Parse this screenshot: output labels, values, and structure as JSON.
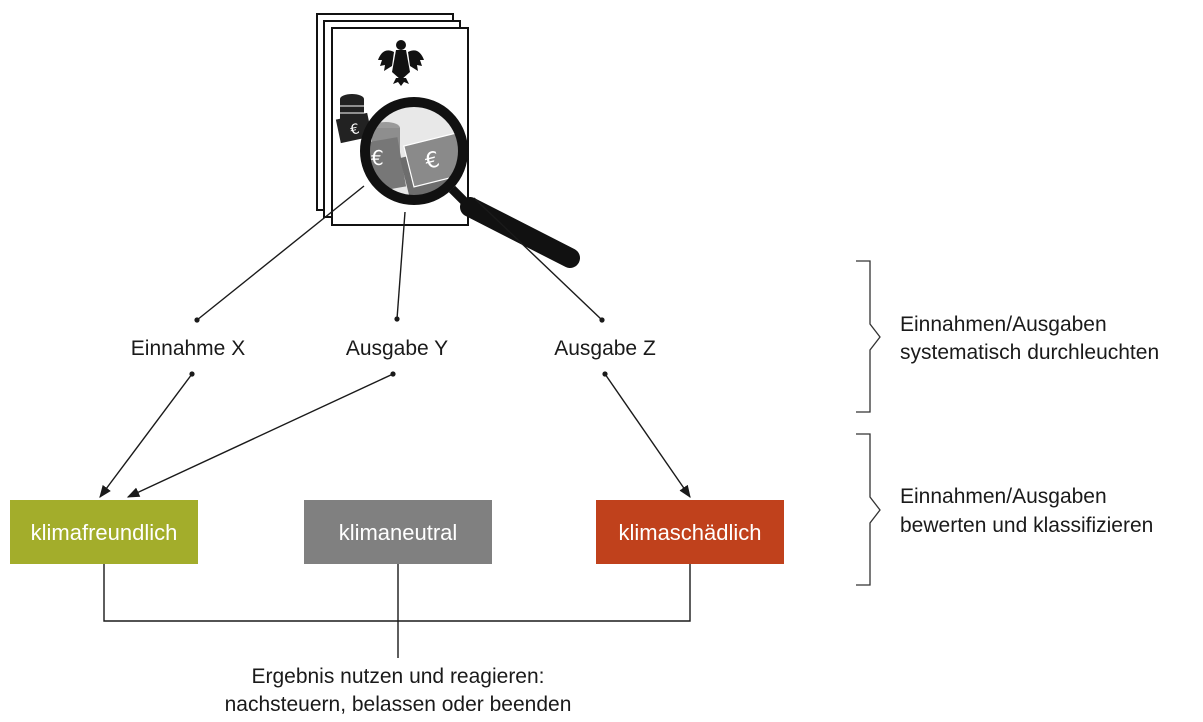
{
  "sources": [
    {
      "id": "x",
      "label": "Einnahme X"
    },
    {
      "id": "y",
      "label": "Ausgabe Y"
    },
    {
      "id": "z",
      "label": "Ausgabe Z"
    }
  ],
  "categories": [
    {
      "id": "freundlich",
      "label": "klimafreundlich",
      "color": "#a3ad2b"
    },
    {
      "id": "neutral",
      "label": "klimaneutral",
      "color": "#808080"
    },
    {
      "id": "schaedlich",
      "label": "klimaschädlich",
      "color": "#c0411c"
    }
  ],
  "side_notes": [
    {
      "line1": "Einnahmen/Ausgaben",
      "line2": "systematisch durchleuchten"
    },
    {
      "line1": "Einnahmen/Ausgaben",
      "line2": "bewerten und klassifizieren"
    }
  ],
  "result": {
    "line1": "Ergebnis nutzen und reagieren:",
    "line2": "nachsteuern, belassen oder beenden"
  },
  "icons": {
    "document_stack": "budget-document-stack-icon",
    "eagle": "federal-eagle-icon",
    "money": "euro-banknotes-icon",
    "magnifier": "magnifying-glass-icon"
  },
  "edges": [
    {
      "from": "x",
      "to": "freundlich"
    },
    {
      "from": "y",
      "to": "freundlich"
    },
    {
      "from": "z",
      "to": "schaedlich"
    }
  ]
}
